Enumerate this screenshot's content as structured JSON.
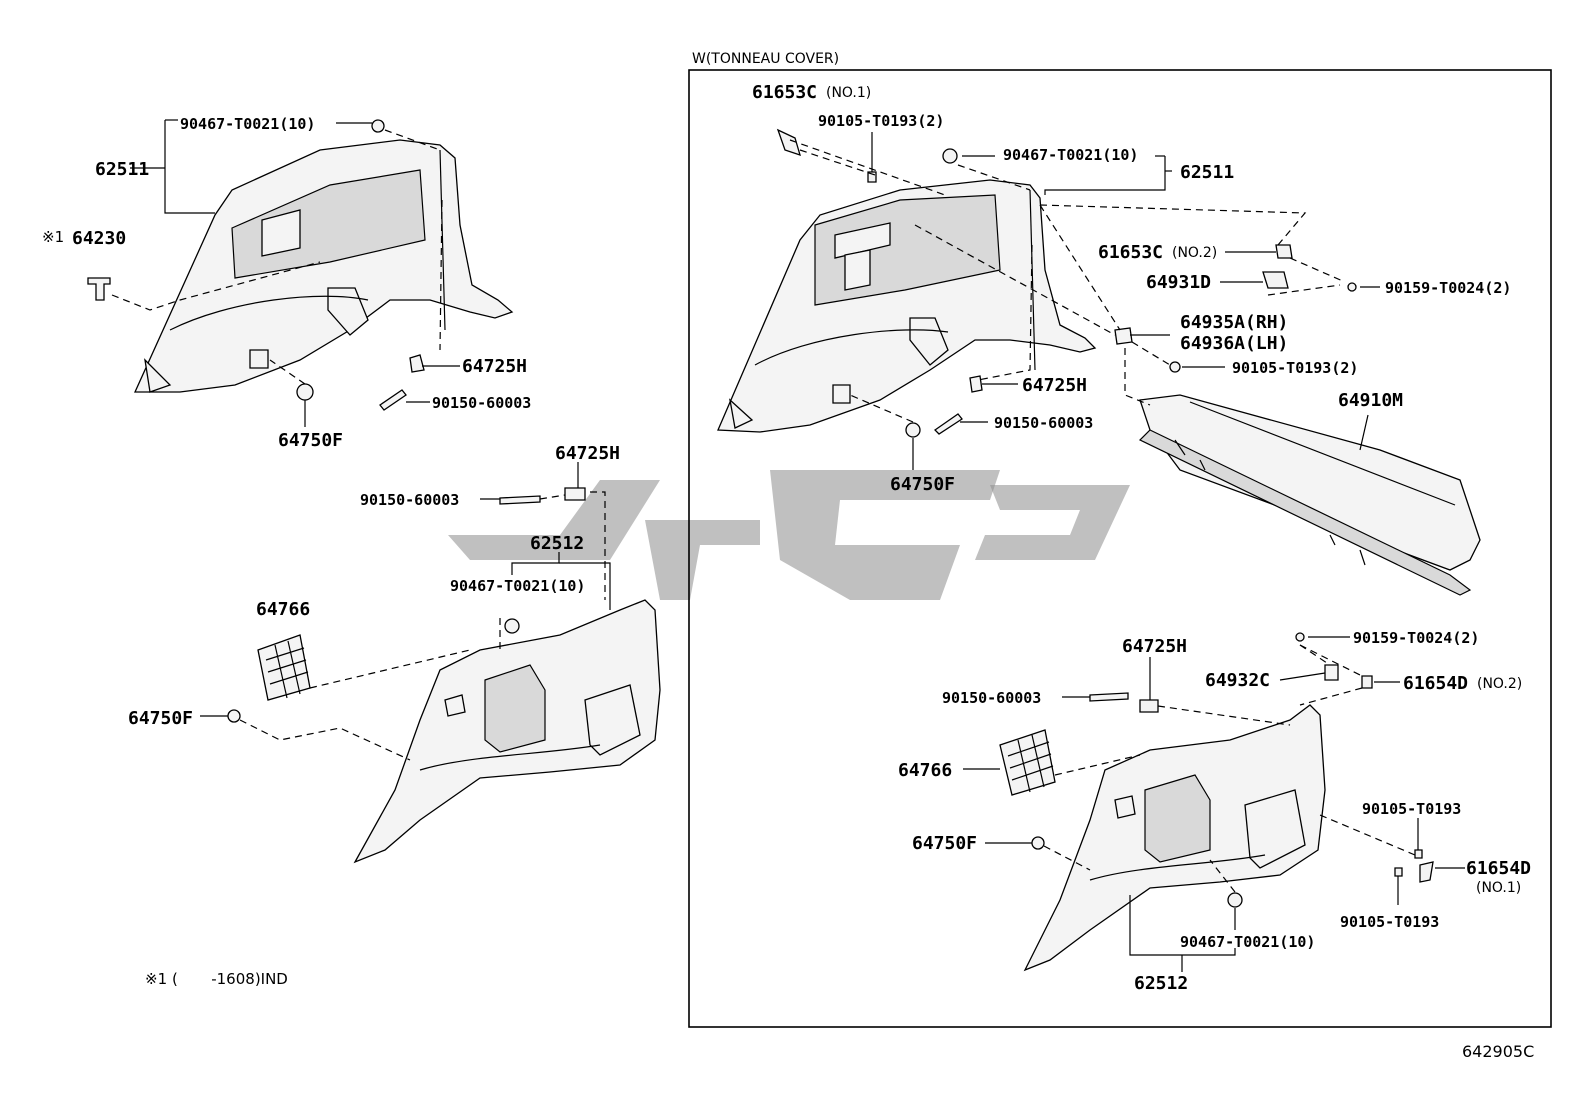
{
  "header": {
    "variant_label": "W(TONNEAU COVER)"
  },
  "left_panel": {
    "upper": {
      "screw_callout": "90467-T0021(10)",
      "trim_part": "62511",
      "note_part_prefix": "※1",
      "note_part": "64230",
      "bracket_part": "64725H",
      "bolt_part": "90150-60003",
      "clip_part": "64750F"
    },
    "lower": {
      "bracket_part": "64725H",
      "bolt_part": "90150-60003",
      "trim_part": "62512",
      "screw_callout": "90467-T0021(10)",
      "cover_part": "64766",
      "clip_part": "64750F"
    },
    "footnote": {
      "mark": "※1",
      "text": "(       -1608)IND"
    }
  },
  "right_panel": {
    "hook_no1": {
      "part": "61653C",
      "suffix": "(NO.1)"
    },
    "screw_a": "90105-T0193(2)",
    "screw_b": "90467-T0021(10)",
    "trim_part": "62511",
    "hook_no2": {
      "part": "61653C",
      "suffix": "(NO.2)"
    },
    "hook_base": "64931D",
    "screw_c": "90159-T0024(2)",
    "holder_rh": "64935A(RH)",
    "holder_lh": "64936A(LH)",
    "screw_d": "90105-T0193(2)",
    "bracket_part": "64725H",
    "tonneau_cover": "64910M",
    "bolt_part": "90150-60003",
    "clip_part": "64750F",
    "lower": {
      "bracket_part": "64725H",
      "screw_e": "90159-T0024(2)",
      "bolt_part": "90150-60003",
      "cap_part": "64932C",
      "hook_no2": {
        "part": "61654D",
        "suffix": "(NO.2)"
      },
      "cover_part": "64766",
      "screw_f": "90105-T0193",
      "hook_no1": {
        "part": "61654D",
        "suffix": "(NO.1)"
      },
      "clip_part": "64750F",
      "screw_g": "90105-T0193",
      "screw_h": "90467-T0021(10)",
      "trim_part": "62512"
    }
  },
  "footer": {
    "diagram_code": "642905C"
  }
}
